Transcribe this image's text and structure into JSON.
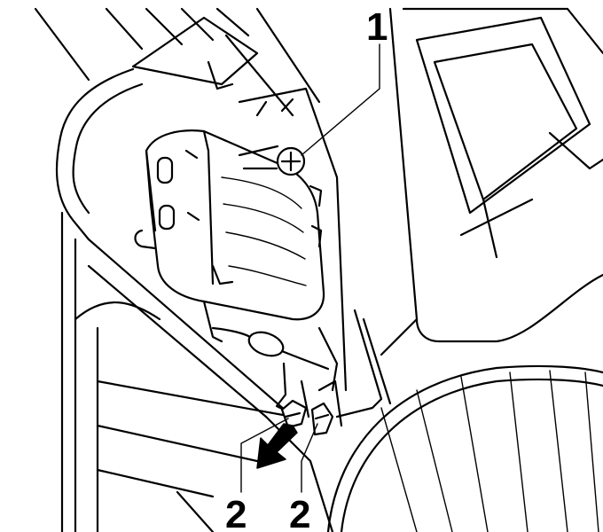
{
  "callouts": [
    {
      "id": "callout-1",
      "text": "1"
    },
    {
      "id": "callout-2a",
      "text": "2"
    },
    {
      "id": "callout-2b",
      "text": "2"
    }
  ],
  "colors": {
    "ink": "#000000",
    "paper": "#ffffff"
  },
  "icons": {
    "screw": "screw-icon",
    "arrow": "arrow-icon"
  }
}
